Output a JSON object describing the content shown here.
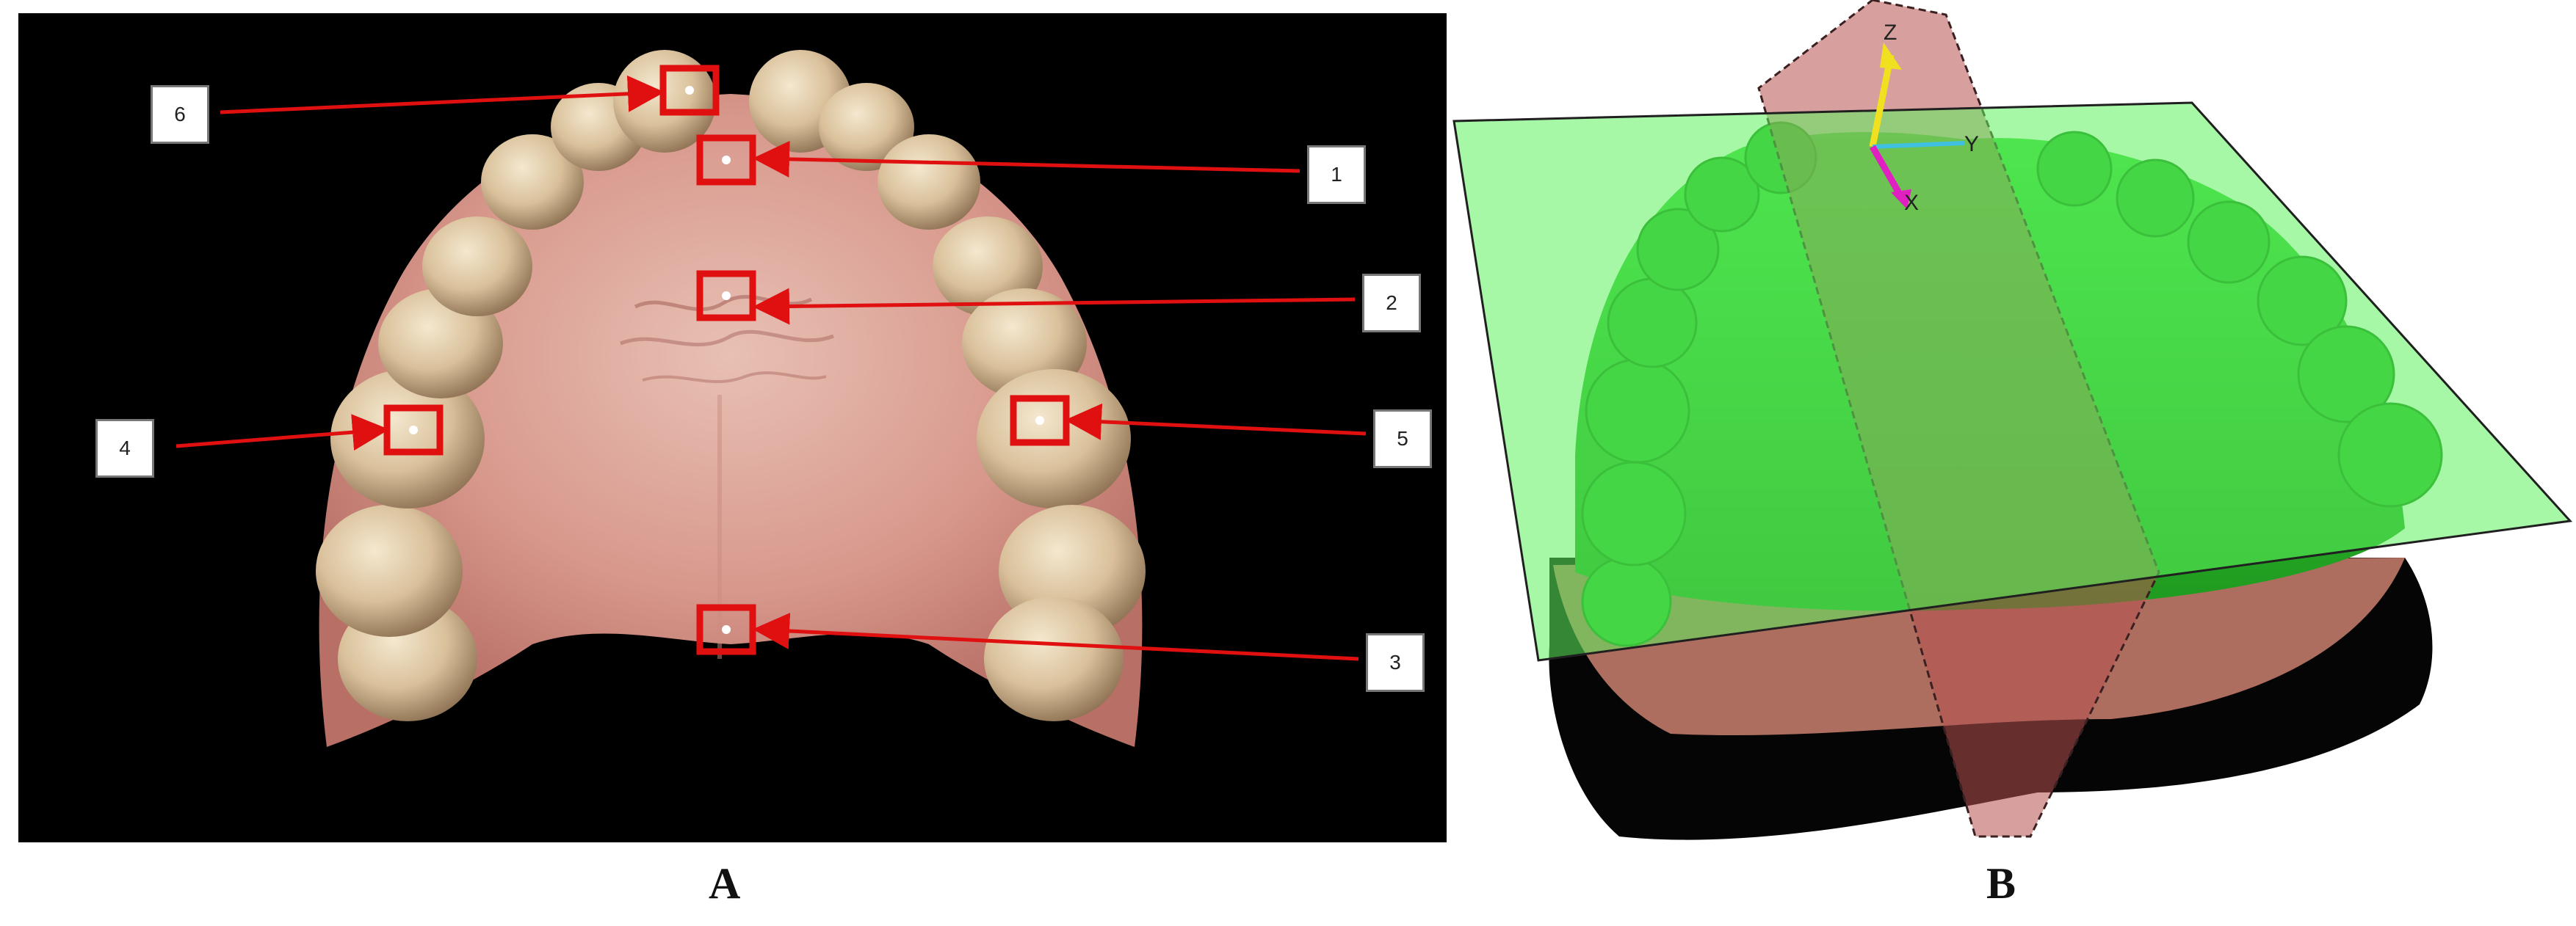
{
  "figure": {
    "panel_a": {
      "caption": "A",
      "landmarks": [
        {
          "label": "1"
        },
        {
          "label": "2"
        },
        {
          "label": "3"
        },
        {
          "label": "4"
        },
        {
          "label": "5"
        },
        {
          "label": "6"
        }
      ]
    },
    "panel_b": {
      "caption": "B",
      "axes": {
        "z": "Z",
        "y": "Y",
        "x": "X"
      }
    }
  },
  "colors": {
    "marker_red": "#e01010",
    "plane_green": "#5cf05c",
    "plane_red": "#b85050",
    "axis_z": "#f0e020",
    "axis_x": "#e020c0",
    "axis_y": "#40c0e0"
  }
}
